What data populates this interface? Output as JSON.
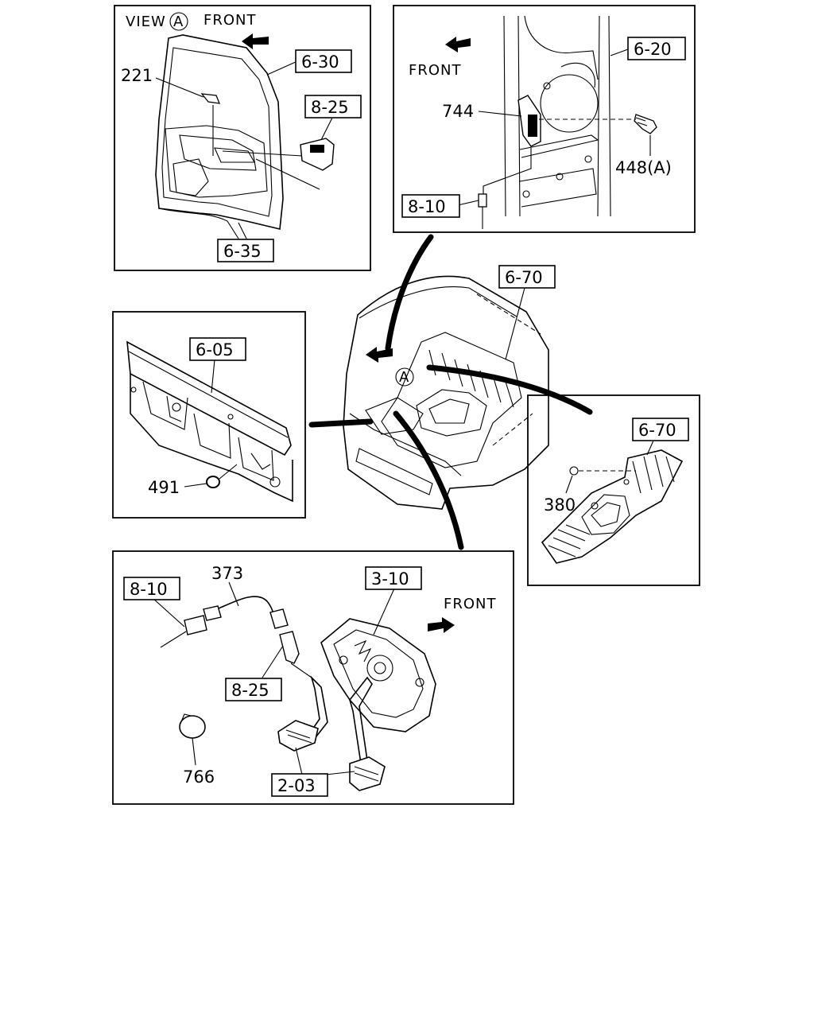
{
  "panels": {
    "view_a": {
      "view_prefix": "VIEW",
      "view_letter": "A",
      "front": "FRONT",
      "boxed": [
        "6-30",
        "8-25",
        "6-35"
      ],
      "labels": [
        "221"
      ]
    },
    "lower_door": {
      "front": "FRONT",
      "boxed": [
        "6-20",
        "8-10"
      ],
      "labels": [
        "744",
        "448(A)"
      ]
    },
    "dash_panel": {
      "boxed": [
        "6-05"
      ],
      "labels": [
        "491"
      ]
    },
    "cab": {
      "boxed": [
        "6-70"
      ],
      "view_letter": "A"
    },
    "floor": {
      "boxed": [
        "6-70"
      ],
      "labels": [
        "380"
      ]
    },
    "pedal": {
      "front": "FRONT",
      "boxed": [
        "8-10",
        "3-10",
        "8-25",
        "2-03"
      ],
      "labels": [
        "373",
        "766"
      ]
    }
  }
}
